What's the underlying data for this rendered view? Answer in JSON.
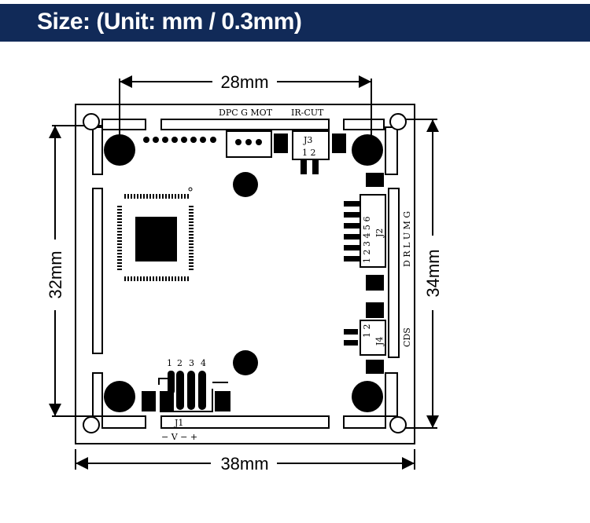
{
  "header": {
    "title": "Size: (Unit: mm / 0.3mm)",
    "bg": "#112a58"
  },
  "dimensions": {
    "top": "28mm",
    "left": "32mm",
    "right": "34mm",
    "bottom": "38mm"
  },
  "labels": {
    "top_conn": "DPC G MOT",
    "ircut": "IR-CUT",
    "j3": "J3",
    "j3_pins": "1 2",
    "j1": "J1",
    "j1_pins": "− V − +",
    "jumper_pins": [
      "1",
      "2",
      "3",
      "4"
    ],
    "j2": "J2",
    "j2_pins": "1 2 3 4 5 6",
    "drlumg": "D R L U M G",
    "j4": "J4",
    "j4_pins": "1 2",
    "cds": "CDS"
  }
}
